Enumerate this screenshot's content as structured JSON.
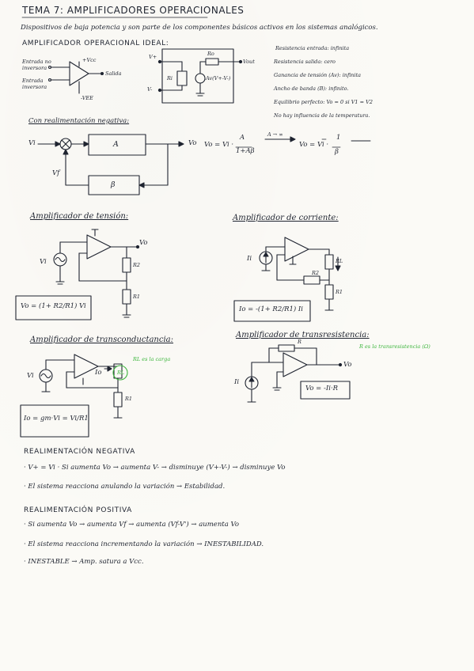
{
  "header": {
    "title": "TEMA 7: AMPLIFICADORES OPERACIONALES",
    "subtitle": "Dispositivos de baja potencia y son parte de los componentes básicos activos en los sistemas analógicos."
  },
  "ideal": {
    "heading": "AMPLIFICADOR OPERACIONAL IDEAL:",
    "labels": {
      "entrada_no_inversora": "Entrada no inversora",
      "entrada_inversora": "Entrada inversora",
      "vcc": "+Vcc",
      "vee": "-VEE",
      "salida": "Salida",
      "v_plus": "V+",
      "v_minus": "V-",
      "ri": "Ri",
      "ro": "Ro",
      "vout": "Vout",
      "source": "Av(V+-V-)"
    },
    "properties": [
      "Resistencia entrada: infinita",
      "Resistencia salida: cero",
      "Ganancia de tensión (Av): infinita",
      "Ancho de banda (B): infinito.",
      "Equilibrio perfecto: Vo = 0 si V1 = V2",
      "No hay influencia de la temperatura."
    ]
  },
  "feedback": {
    "heading": "Con realimentación negativa:",
    "vi": "Vi",
    "vo": "Vo",
    "vf": "Vf",
    "a_block": "A",
    "beta_block": "β",
    "eq_left": "Vo = Vi ·",
    "eq_num": "A",
    "eq_den": "1+Aβ",
    "eq_arrow": "A → ∞",
    "eq_right": "Vo = Vi ·",
    "eq_right_num": "1",
    "eq_right_den": "β"
  },
  "voltage_amp": {
    "heading": "Amplificador de tensión:",
    "vi": "Vi",
    "vo": "Vo",
    "r1": "R1",
    "r2": "R2",
    "formula": "Vo = (1+ R2/R1) Vi"
  },
  "current_amp": {
    "heading": "Amplificador de corriente:",
    "ii": "Ii",
    "r1": "R1",
    "r2": "R2",
    "rl": "RL",
    "formula": "Io = -(1+ R2/R1) Ii"
  },
  "transconductance": {
    "heading": "Amplificador de transconductancia:",
    "vi": "Vi",
    "io": "Io",
    "rl": "RL",
    "r1": "R1",
    "note": "RL es la carga",
    "formula": "Io = gm·Vi = Vi/R1"
  },
  "transresistance": {
    "heading": "Amplificador de transresistencia:",
    "note": "R es la transresistencia (Ω)",
    "ii": "Ii",
    "r": "R",
    "vo": "Vo",
    "formula": "Vo = -Ii·R"
  },
  "negative_feedback": {
    "heading": "REALIMENTACIÓN NEGATIVA",
    "line1": "· V+ = Vi   · Si aumenta Vo → aumenta V- → disminuye (V+-V-) → disminuye Vo",
    "line2": "· El sistema reacciona anulando la variación → Estabilidad."
  },
  "positive_feedback": {
    "heading": "REALIMENTACIÓN POSITIVA",
    "line1": "· Si aumenta Vo → aumenta Vf → aumenta (Vf-V') → aumenta Vo",
    "line2": "· El sistema reacciona incrementando la variación → INESTABILIDAD.",
    "line3": "· INESTABLE → Amp. satura a Vcc."
  }
}
